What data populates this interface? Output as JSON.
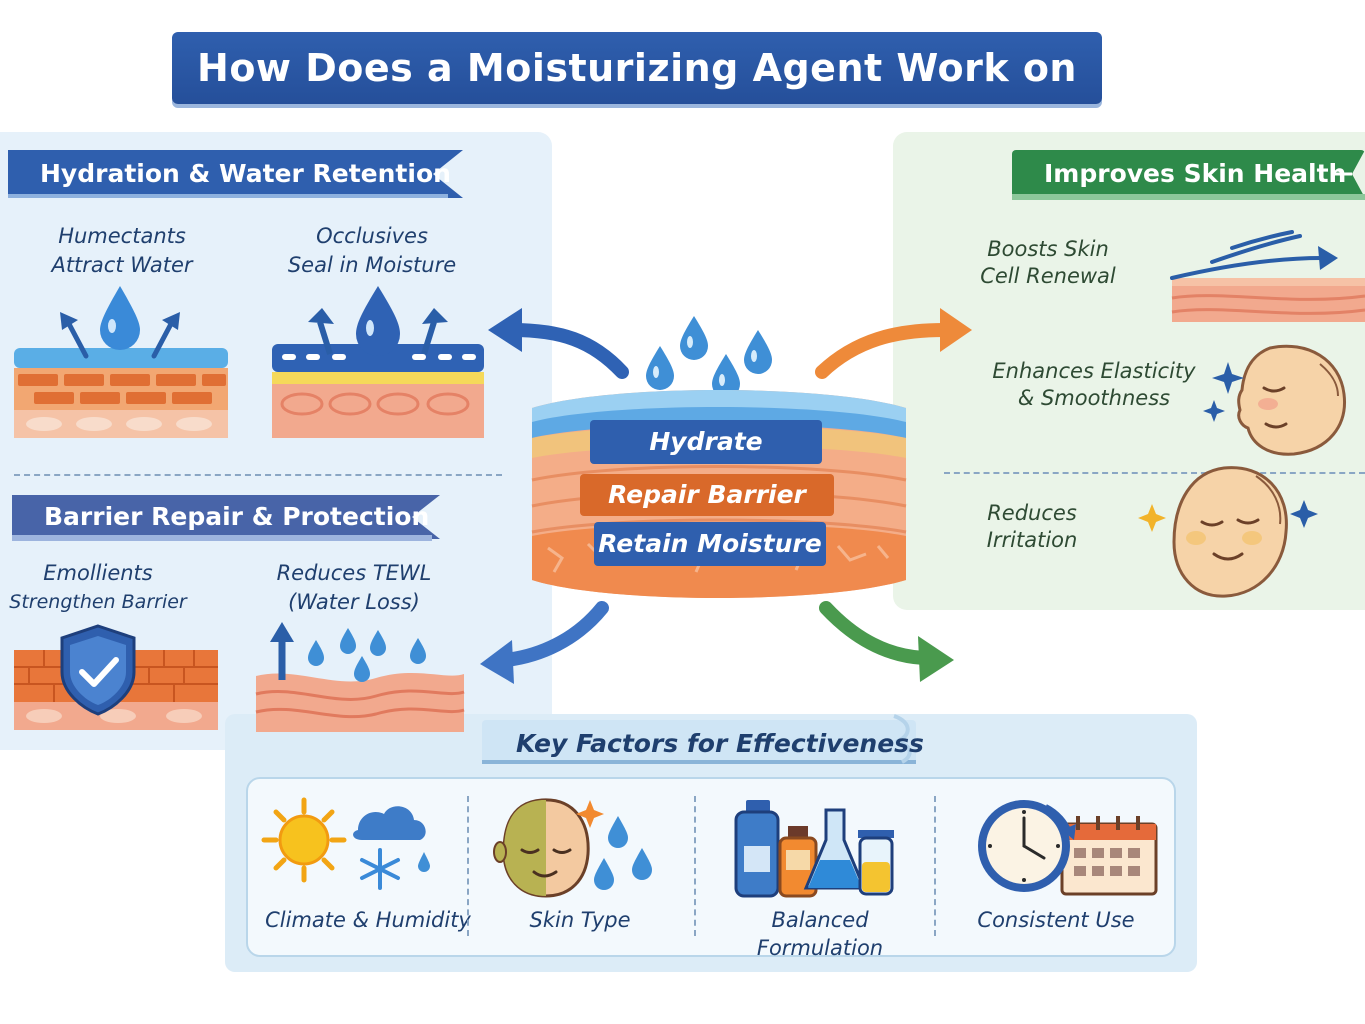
{
  "title": "How Does a Moisturizing Agent Work on Skin?",
  "left_panel": {
    "hydration": {
      "heading": "Hydration & Water Retention",
      "humectants": {
        "line1": "Humectants",
        "line2": "Attract Water"
      },
      "occlusives": {
        "line1": "Occlusives",
        "line2": "Seal in Moisture"
      }
    },
    "barrier": {
      "heading": "Barrier Repair & Protection",
      "emollients": {
        "line1": "Emollients",
        "line2": "Strengthen Barrier"
      },
      "tewl": {
        "line1": "Reduces TEWL",
        "line2": "(Water Loss)"
      }
    }
  },
  "center": {
    "hydrate": "Hydrate",
    "repair": "Repair Barrier",
    "retain": "Retain Moisture"
  },
  "right_panel": {
    "heading": "Improves Skin Health",
    "renewal": {
      "line1": "Boosts Skin",
      "line2": "Cell Renewal"
    },
    "elasticity": {
      "line1": "Enhances Elasticity",
      "line2": "& Smoothness"
    },
    "irritation": {
      "line1": "Reduces",
      "line2": "Irritation"
    }
  },
  "factors": {
    "heading": "Key Factors for Effectiveness",
    "items": [
      {
        "label": "Climate & Humidity",
        "icon": "sun-snow-cloud-icon"
      },
      {
        "label": "Skin Type",
        "icon": "face-two-tone-icon"
      },
      {
        "label": "Balanced Formulation",
        "icon": "bottles-flasks-icon"
      },
      {
        "label": "Consistent Use",
        "icon": "clock-calendar-icon"
      }
    ]
  },
  "colors": {
    "primary_blue": "#2f5fae",
    "barrier_orange": "#d9692a",
    "health_green": "#2e8a4a",
    "skin_pink": "#f0a890",
    "water_blue": "#3f8fd6"
  }
}
